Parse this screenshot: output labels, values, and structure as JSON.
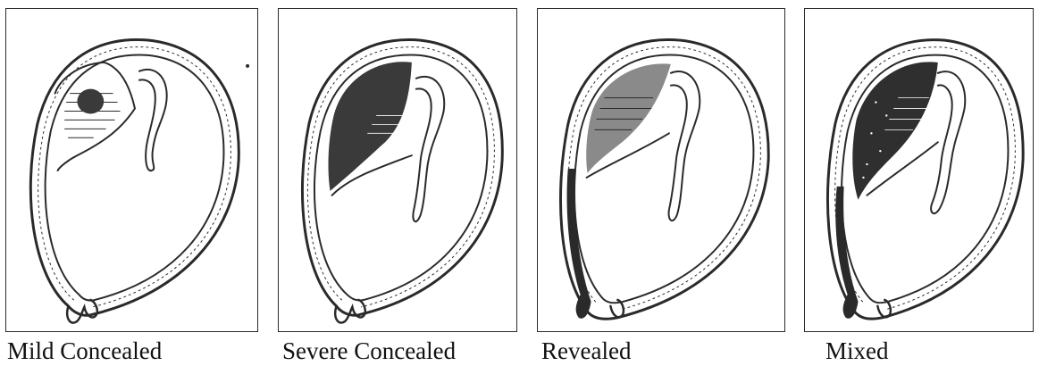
{
  "figure": {
    "panels": [
      {
        "caption": "Mild Concealed"
      },
      {
        "caption": "Severe Concealed"
      },
      {
        "caption": "Revealed"
      },
      {
        "caption": "Mixed"
      }
    ]
  },
  "colors": {
    "ink": "#2a2a2a",
    "clot": "#3a3a3a",
    "background": "#ffffff"
  }
}
